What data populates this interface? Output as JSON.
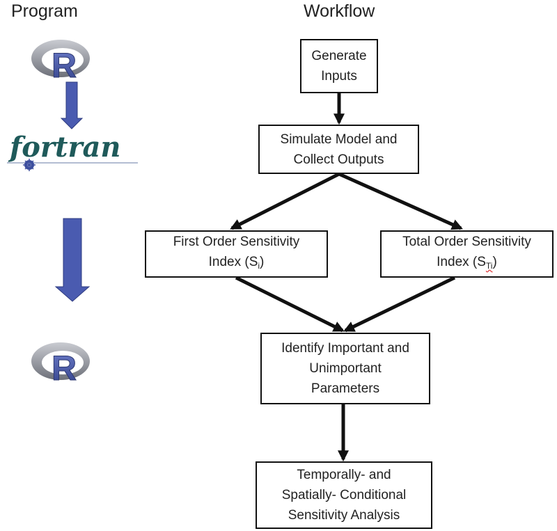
{
  "headings": {
    "program": "Program",
    "workflow": "Workflow"
  },
  "logos": {
    "r_letter": "R",
    "fortran_text": "fortran"
  },
  "workflow": {
    "generate": [
      "Generate",
      "Inputs"
    ],
    "simulate": [
      "Simulate Model and",
      "Collect Outputs"
    ],
    "first_order": {
      "line1": "First Order Sensitivity",
      "line2_prefix": "Index (S",
      "subscript": "i",
      "line2_suffix": ")"
    },
    "total_order": {
      "line1": "Total Order Sensitivity",
      "line2_prefix": "Index (S",
      "subscript": "Ti",
      "line2_suffix": ")"
    },
    "identify": [
      "Identify Important and",
      "Unimportant",
      "Parameters"
    ],
    "conditional": [
      "Temporally- and",
      "Spatially- Conditional",
      "Sensitivity Analysis"
    ]
  },
  "colors": {
    "program_arrow": "#4a5bb0",
    "r_ring": "#8a8d96",
    "r_letter": "#4a5aa8",
    "fortran_text": "#1f5a5a",
    "workflow_arrow": "#111111"
  }
}
